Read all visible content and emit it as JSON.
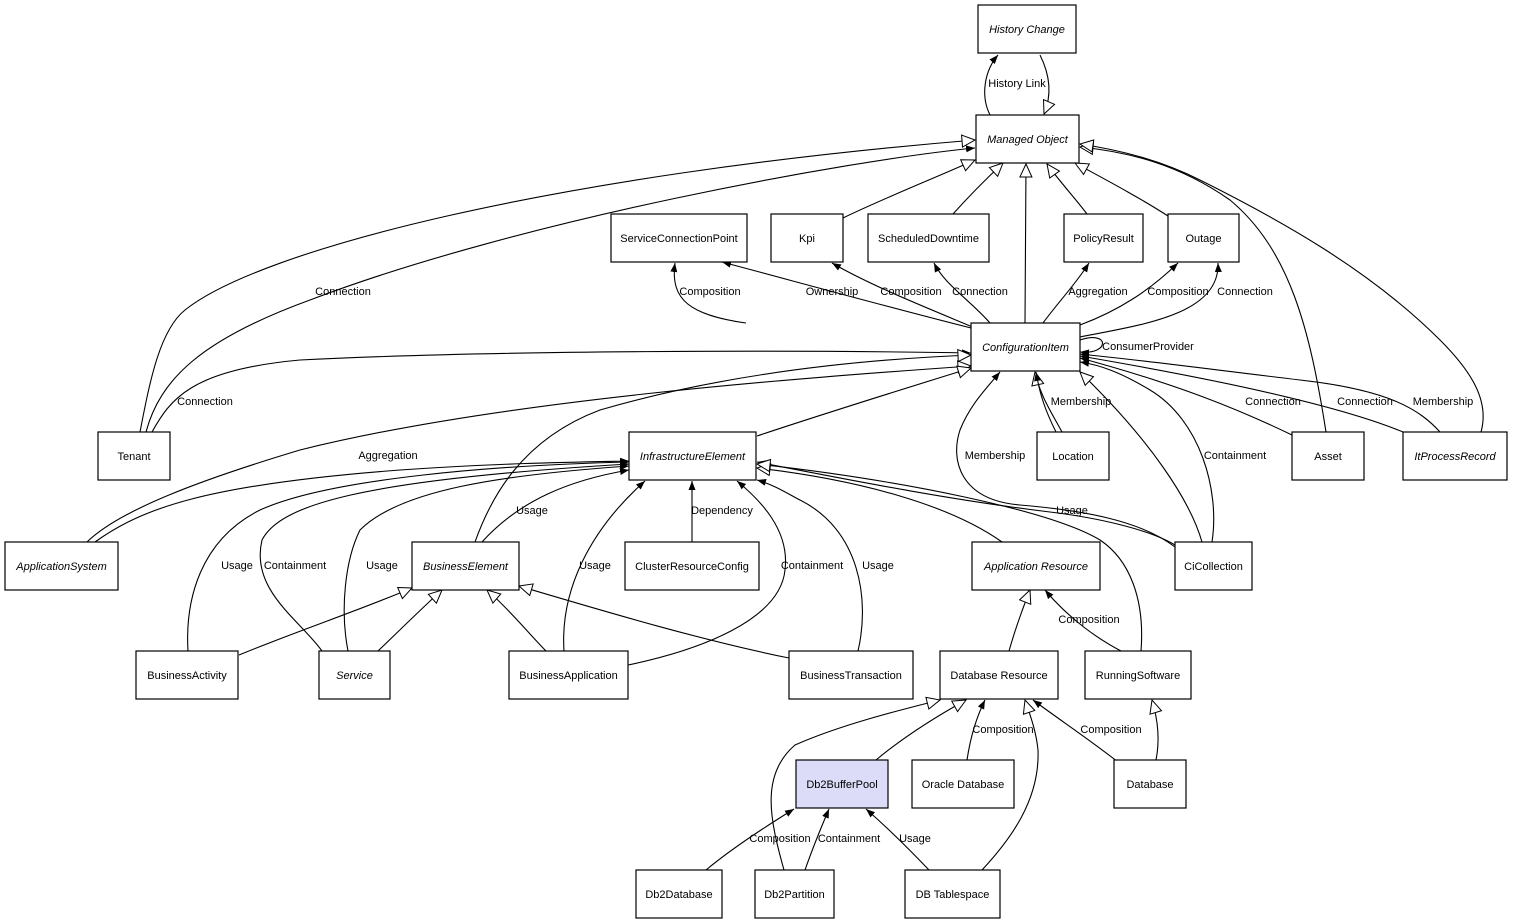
{
  "diagram": {
    "type": "uml-class-diagram",
    "highlight_color": "#dcdcf8",
    "nodes": [
      {
        "id": "history-change",
        "label": "History Change",
        "abstract": true
      },
      {
        "id": "managed-object",
        "label": "Managed Object",
        "abstract": true
      },
      {
        "id": "service-connection-point",
        "label": "ServiceConnectionPoint",
        "abstract": false
      },
      {
        "id": "kpi",
        "label": "Kpi",
        "abstract": false
      },
      {
        "id": "scheduled-downtime",
        "label": "ScheduledDowntime",
        "abstract": false
      },
      {
        "id": "policy-result",
        "label": "PolicyResult",
        "abstract": false
      },
      {
        "id": "outage",
        "label": "Outage",
        "abstract": false
      },
      {
        "id": "configuration-item",
        "label": "ConfigurationItem",
        "abstract": true
      },
      {
        "id": "tenant",
        "label": "Tenant",
        "abstract": false
      },
      {
        "id": "infrastructure-element",
        "label": "InfrastructureElement",
        "abstract": true
      },
      {
        "id": "location",
        "label": "Location",
        "abstract": false
      },
      {
        "id": "asset",
        "label": "Asset",
        "abstract": false
      },
      {
        "id": "it-process-record",
        "label": "ItProcessRecord",
        "abstract": true
      },
      {
        "id": "application-system",
        "label": "ApplicationSystem",
        "abstract": true
      },
      {
        "id": "business-element",
        "label": "BusinessElement",
        "abstract": true
      },
      {
        "id": "cluster-resource-config",
        "label": "ClusterResourceConfig",
        "abstract": false
      },
      {
        "id": "application-resource",
        "label": "Application Resource",
        "abstract": true
      },
      {
        "id": "ci-collection",
        "label": "CiCollection",
        "abstract": false
      },
      {
        "id": "business-activity",
        "label": "BusinessActivity",
        "abstract": false
      },
      {
        "id": "service",
        "label": "Service",
        "abstract": true
      },
      {
        "id": "business-application",
        "label": "BusinessApplication",
        "abstract": false
      },
      {
        "id": "business-transaction",
        "label": "BusinessTransaction",
        "abstract": false
      },
      {
        "id": "database-resource",
        "label": "Database Resource",
        "abstract": false
      },
      {
        "id": "running-software",
        "label": "RunningSoftware",
        "abstract": false
      },
      {
        "id": "db2-buffer-pool",
        "label": "Db2BufferPool",
        "abstract": false,
        "highlighted": true
      },
      {
        "id": "oracle-database",
        "label": "Oracle Database",
        "abstract": false
      },
      {
        "id": "database",
        "label": "Database",
        "abstract": false
      },
      {
        "id": "db2-database",
        "label": "Db2Database",
        "abstract": false
      },
      {
        "id": "db2-partition",
        "label": "Db2Partition",
        "abstract": false
      },
      {
        "id": "db-tablespace",
        "label": "DB Tablespace",
        "abstract": false
      }
    ],
    "edges": [
      {
        "from": "managed-object",
        "to": "history-change",
        "kind": "association",
        "label": "History Link"
      },
      {
        "from": "history-change",
        "to": "managed-object",
        "kind": "inheritance",
        "label": ""
      },
      {
        "from": "tenant",
        "to": "managed-object",
        "kind": "inheritance",
        "label": ""
      },
      {
        "from": "tenant",
        "to": "managed-object",
        "kind": "association",
        "label": "Connection"
      },
      {
        "from": "kpi",
        "to": "managed-object",
        "kind": "inheritance",
        "label": ""
      },
      {
        "from": "scheduled-downtime",
        "to": "managed-object",
        "kind": "inheritance",
        "label": ""
      },
      {
        "from": "configuration-item",
        "to": "managed-object",
        "kind": "inheritance",
        "label": ""
      },
      {
        "from": "policy-result",
        "to": "managed-object",
        "kind": "inheritance",
        "label": ""
      },
      {
        "from": "outage",
        "to": "managed-object",
        "kind": "inheritance",
        "label": ""
      },
      {
        "from": "asset",
        "to": "managed-object",
        "kind": "inheritance",
        "label": ""
      },
      {
        "from": "it-process-record",
        "to": "managed-object",
        "kind": "inheritance",
        "label": ""
      },
      {
        "from": "configuration-item",
        "to": "service-connection-point",
        "kind": "association",
        "label": "Composition"
      },
      {
        "from": "configuration-item",
        "to": "service-connection-point",
        "kind": "association",
        "label": "Ownership"
      },
      {
        "from": "configuration-item",
        "to": "kpi",
        "kind": "association",
        "label": "Composition"
      },
      {
        "from": "configuration-item",
        "to": "scheduled-downtime",
        "kind": "association",
        "label": "Connection"
      },
      {
        "from": "configuration-item",
        "to": "policy-result",
        "kind": "association",
        "label": "Aggregation"
      },
      {
        "from": "configuration-item",
        "to": "outage",
        "kind": "association",
        "label": "Composition"
      },
      {
        "from": "configuration-item",
        "to": "outage",
        "kind": "association",
        "label": "Connection"
      },
      {
        "from": "configuration-item",
        "to": "configuration-item",
        "kind": "association",
        "label": "ConsumerProvider"
      },
      {
        "from": "tenant",
        "to": "configuration-item",
        "kind": "association",
        "label": "Connection"
      },
      {
        "from": "application-system",
        "to": "configuration-item",
        "kind": "inheritance",
        "label": ""
      },
      {
        "from": "business-element",
        "to": "configuration-item",
        "kind": "inheritance",
        "label": ""
      },
      {
        "from": "infrastructure-element",
        "to": "configuration-item",
        "kind": "inheritance",
        "label": ""
      },
      {
        "from": "location",
        "to": "configuration-item",
        "kind": "inheritance",
        "label": ""
      },
      {
        "from": "location",
        "to": "configuration-item",
        "kind": "association",
        "label": "Membership"
      },
      {
        "from": "ci-collection",
        "to": "configuration-item",
        "kind": "association",
        "label": "Membership"
      },
      {
        "from": "ci-collection",
        "to": "configuration-item",
        "kind": "inheritance",
        "label": ""
      },
      {
        "from": "ci-collection",
        "to": "configuration-item",
        "kind": "association",
        "label": "Containment"
      },
      {
        "from": "asset",
        "to": "configuration-item",
        "kind": "association",
        "label": "Connection"
      },
      {
        "from": "it-process-record",
        "to": "configuration-item",
        "kind": "association",
        "label": "Connection"
      },
      {
        "from": "it-process-record",
        "to": "configuration-item",
        "kind": "association",
        "label": "Membership"
      },
      {
        "from": "application-system",
        "to": "infrastructure-element",
        "kind": "association",
        "label": "Aggregation"
      },
      {
        "from": "business-activity",
        "to": "infrastructure-element",
        "kind": "association",
        "label": "Usage"
      },
      {
        "from": "service",
        "to": "infrastructure-element",
        "kind": "association",
        "label": "Containment"
      },
      {
        "from": "service",
        "to": "infrastructure-element",
        "kind": "association",
        "label": "Usage"
      },
      {
        "from": "business-element",
        "to": "infrastructure-element",
        "kind": "association",
        "label": "Usage"
      },
      {
        "from": "business-application",
        "to": "infrastructure-element",
        "kind": "association",
        "label": "Usage"
      },
      {
        "from": "cluster-resource-config",
        "to": "infrastructure-element",
        "kind": "association",
        "label": "Dependency"
      },
      {
        "from": "business-application",
        "to": "infrastructure-element",
        "kind": "association",
        "label": "Containment"
      },
      {
        "from": "business-transaction",
        "to": "infrastructure-element",
        "kind": "association",
        "label": "Usage"
      },
      {
        "from": "application-resource",
        "to": "infrastructure-element",
        "kind": "inheritance",
        "label": ""
      },
      {
        "from": "ci-collection",
        "to": "infrastructure-element",
        "kind": "association",
        "label": "Usage"
      },
      {
        "from": "running-software",
        "to": "infrastructure-element",
        "kind": "inheritance",
        "label": ""
      },
      {
        "from": "business-activity",
        "to": "business-element",
        "kind": "inheritance",
        "label": ""
      },
      {
        "from": "service",
        "to": "business-element",
        "kind": "inheritance",
        "label": ""
      },
      {
        "from": "business-application",
        "to": "business-element",
        "kind": "inheritance",
        "label": ""
      },
      {
        "from": "business-transaction",
        "to": "business-element",
        "kind": "inheritance",
        "label": ""
      },
      {
        "from": "database-resource",
        "to": "application-resource",
        "kind": "inheritance",
        "label": ""
      },
      {
        "from": "running-software",
        "to": "application-resource",
        "kind": "association",
        "label": "Composition"
      },
      {
        "from": "db2-buffer-pool",
        "to": "database-resource",
        "kind": "inheritance",
        "label": ""
      },
      {
        "from": "db2-partition",
        "to": "database-resource",
        "kind": "inheritance",
        "label": ""
      },
      {
        "from": "oracle-database",
        "to": "database-resource",
        "kind": "association",
        "label": "Composition"
      },
      {
        "from": "db-tablespace",
        "to": "database-resource",
        "kind": "inheritance",
        "label": ""
      },
      {
        "from": "database",
        "to": "database-resource",
        "kind": "association",
        "label": "Composition"
      },
      {
        "from": "database",
        "to": "running-software",
        "kind": "inheritance",
        "label": ""
      },
      {
        "from": "db2-database",
        "to": "db2-buffer-pool",
        "kind": "association",
        "label": "Composition"
      },
      {
        "from": "db2-partition",
        "to": "db2-buffer-pool",
        "kind": "association",
        "label": "Containment"
      },
      {
        "from": "db-tablespace",
        "to": "db2-buffer-pool",
        "kind": "association",
        "label": "Usage"
      }
    ]
  }
}
